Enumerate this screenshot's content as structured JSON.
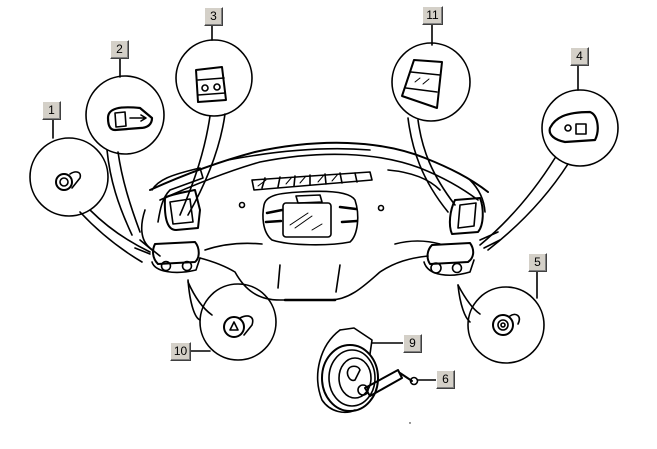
{
  "diagram": {
    "title": "Handlebar cover electrical components",
    "callouts": [
      {
        "id": "1",
        "label": "1",
        "part": "switch"
      },
      {
        "id": "2",
        "label": "2",
        "part": "switch"
      },
      {
        "id": "3",
        "label": "3",
        "part": "switch"
      },
      {
        "id": "4",
        "label": "4",
        "part": "switch"
      },
      {
        "id": "5",
        "label": "5",
        "part": "ignition switch"
      },
      {
        "id": "6",
        "label": "6",
        "part": "screw"
      },
      {
        "id": "9",
        "label": "9",
        "part": "horn"
      },
      {
        "id": "10",
        "label": "10",
        "part": "switch"
      },
      {
        "id": "11",
        "label": "11",
        "part": "switch"
      }
    ],
    "colors": {
      "line": "#000000",
      "background": "#ffffff",
      "callout_bg": "#d4d0c8"
    }
  }
}
